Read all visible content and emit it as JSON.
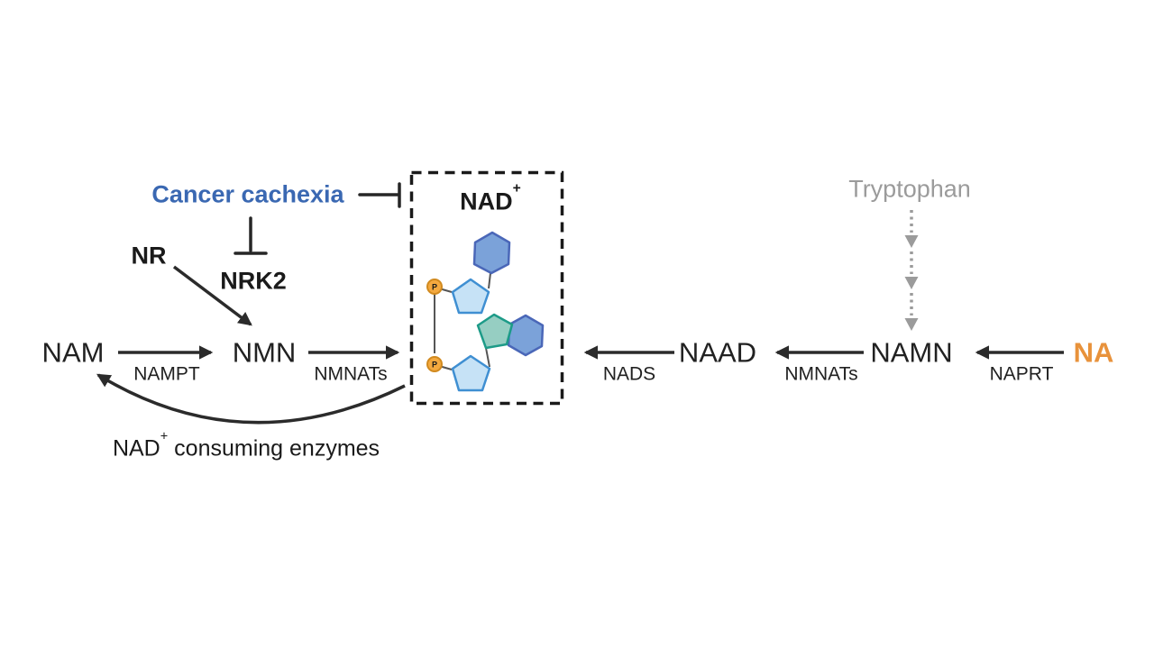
{
  "diagram": {
    "description": "NAD+ biosynthesis pathway with cancer cachexia inhibition of NRK2",
    "nodes": {
      "cancer_cachexia": "Cancer cachexia",
      "nr": "NR",
      "nrk2": "NRK2",
      "nam": "NAM",
      "nmn": "NMN",
      "nad_base": "NAD",
      "nad_sup": "+",
      "naad": "NAAD",
      "namn": "NAMN",
      "na": "NA",
      "tryptophan": "Tryptophan"
    },
    "enzymes": {
      "nampt": "NAMPT",
      "nmnats_salvage": "NMNATs",
      "nads": "NADS",
      "nmnats_preiss_handler": "NMNATs",
      "naprt": "NAPRT"
    },
    "annotations": {
      "consuming_base": "NAD",
      "consuming_sup": "+",
      "consuming_rest": " consuming enzymes"
    },
    "molecule": {
      "phosphate_label": "P"
    },
    "colors": {
      "text": "#212121",
      "arrow": "#2b2b2b",
      "accent_blue": "#3a68b2",
      "accent_orange": "#e8923b",
      "muted_gray": "#9b9b9b",
      "connector_gray": "#555555",
      "adenine_hexagon_fill": "#7ba2d9",
      "adenine_hexagon_stroke": "#4a67b8",
      "ribose_pentagon_fill": "#c6e2f6",
      "ribose_pentagon_stroke": "#3f8fd2",
      "nicotinamide_pentagon_fill": "#96cec2",
      "nicotinamide_pentagon_stroke": "#1d9b88",
      "phosphate_fill": "#f4a93f",
      "phosphate_stroke": "#d18a1f"
    }
  }
}
